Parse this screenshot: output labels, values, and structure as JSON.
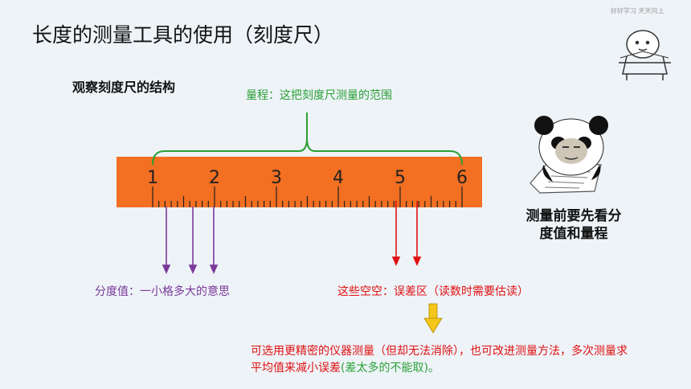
{
  "title": "长度的测量工具的使用（刻度尺）",
  "subtitle": "观察刻度尺的结构",
  "range_label": "量程：这把刻度尺测量的范围",
  "division_label": "分度值：一小格多大的意思",
  "error_label": "这些空空：误差区（读数时需要估读）",
  "note": {
    "main": "可选用更精密的仪器测量（但却无法消除），也可改进测量方法，多次测量求平均值来减小误差",
    "aside": "(差太多的不能取)。"
  },
  "panda_caption": [
    "测量前要先看分",
    "度值和量程"
  ],
  "corner_text": "好好学习  天天向上",
  "ruler": {
    "numbers": [
      "1",
      "2",
      "3",
      "4",
      "5",
      "6"
    ],
    "color": "#f36f21"
  },
  "colors": {
    "green": "#2aa036",
    "purple": "#7a3a9a",
    "red": "#e01010",
    "arrow_yellow": "#f5c518"
  },
  "icons": [
    "panda-meme-icon",
    "cartoon-student-icon"
  ]
}
